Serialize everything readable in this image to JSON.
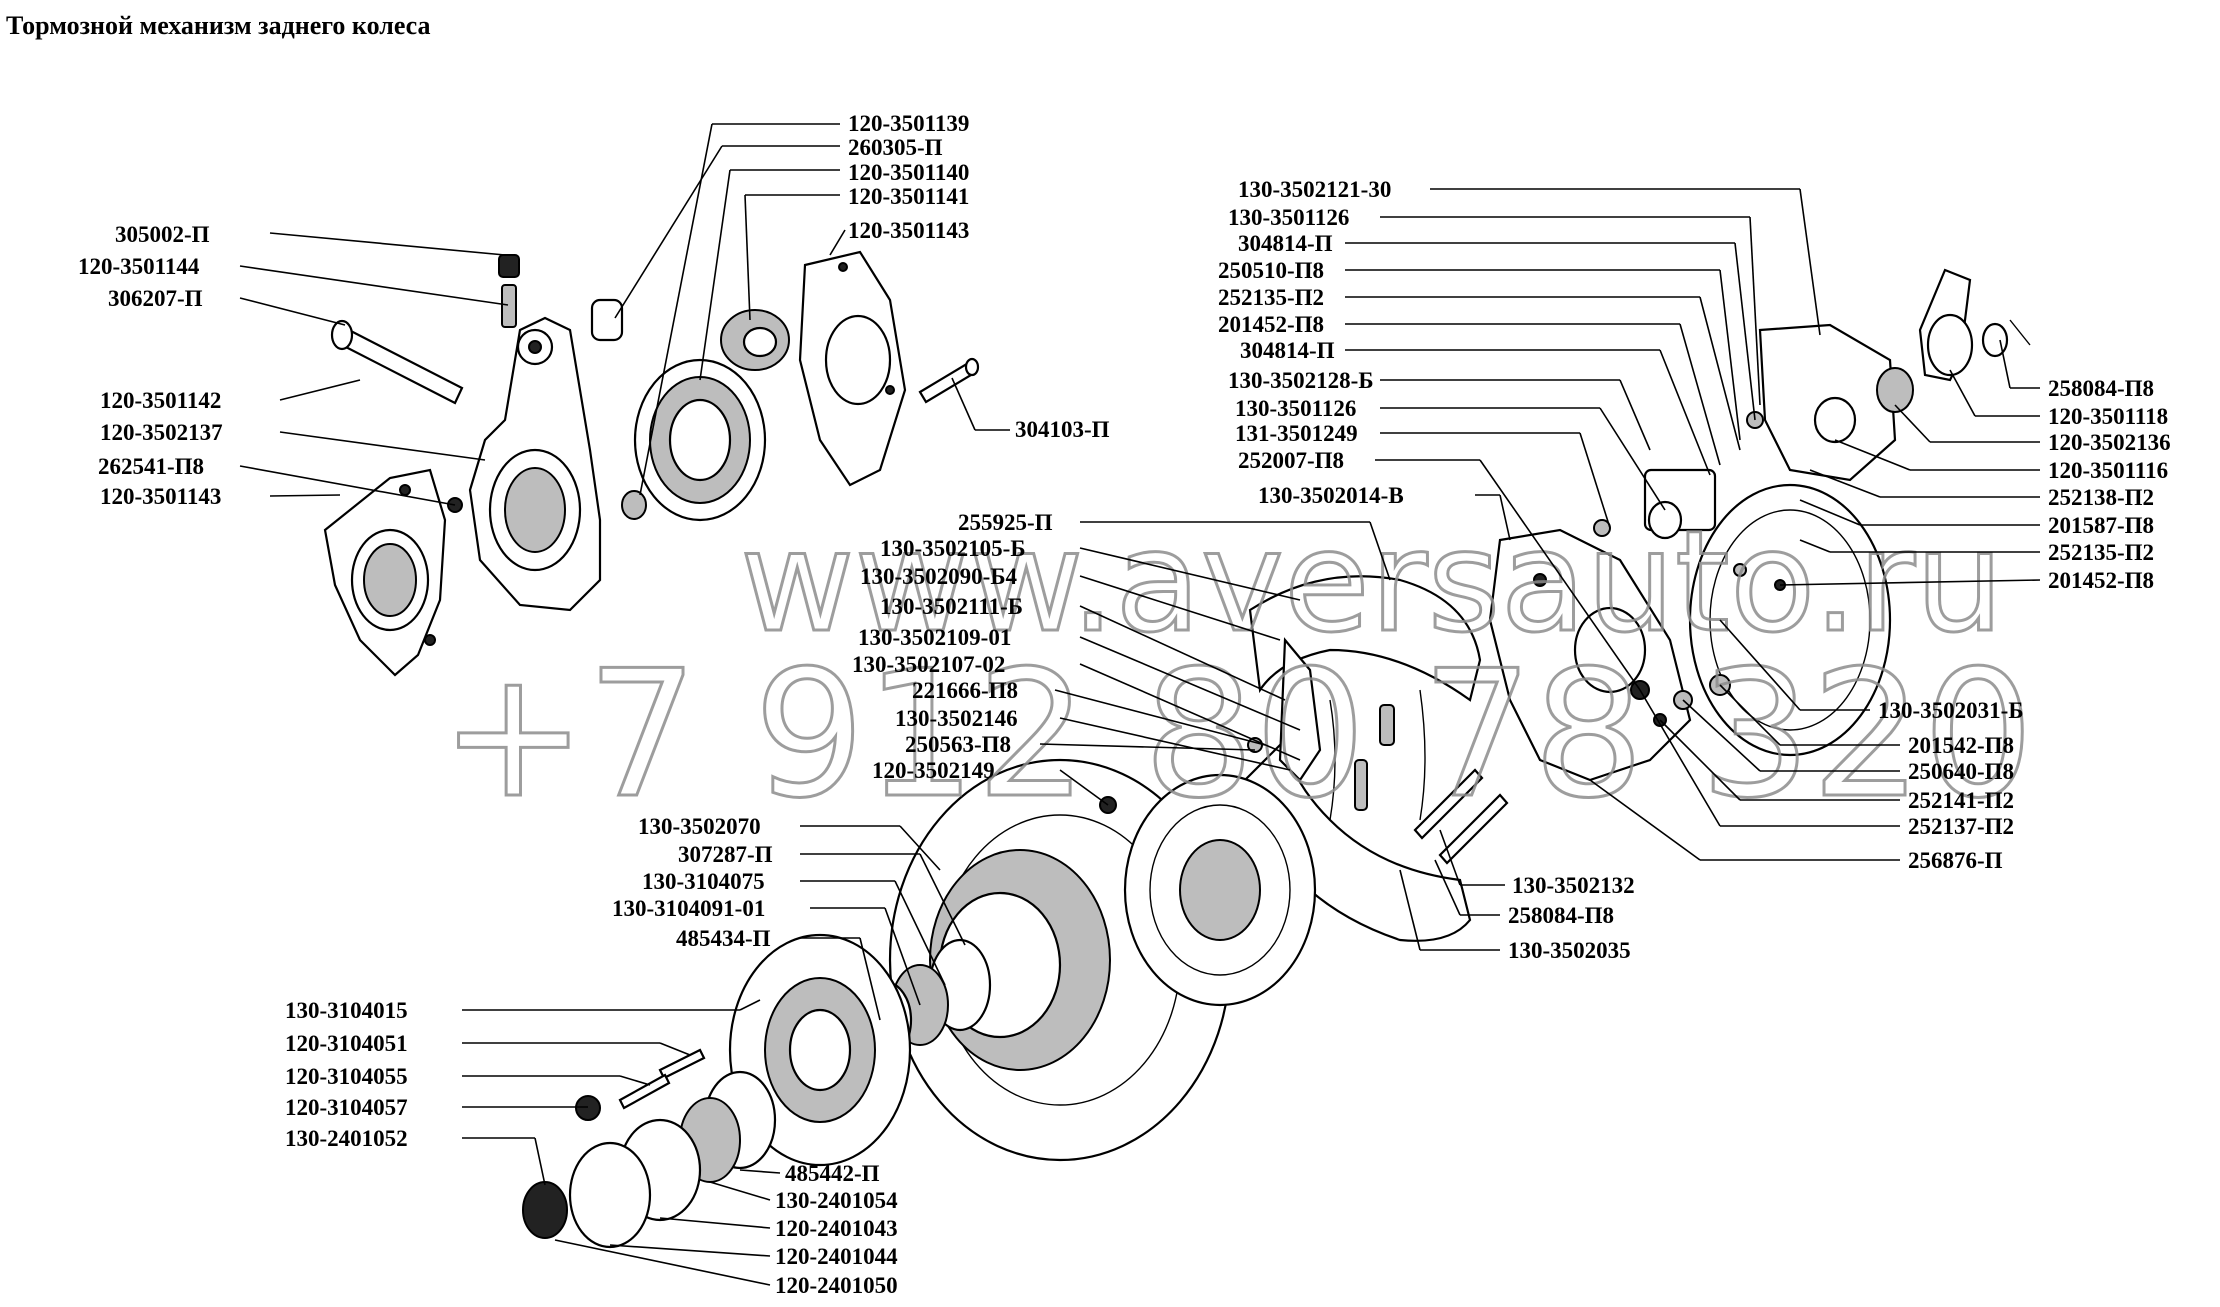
{
  "title": "Тормозной механизм заднего колеса",
  "watermark": {
    "site": "www.aversauto.ru",
    "phone": "+7 912 80 78 320"
  },
  "labels": {
    "left": [
      {
        "id": "l1",
        "text": "120-3501139"
      },
      {
        "id": "l2",
        "text": "260305-П"
      },
      {
        "id": "l3",
        "text": "120-3501140"
      },
      {
        "id": "l4",
        "text": "120-3501141"
      },
      {
        "id": "l5",
        "text": "120-3501143"
      },
      {
        "id": "l6",
        "text": "305002-П"
      },
      {
        "id": "l7",
        "text": "120-3501144"
      },
      {
        "id": "l8",
        "text": "306207-П"
      },
      {
        "id": "l9",
        "text": "304103-П"
      },
      {
        "id": "l10",
        "text": "120-3501142"
      },
      {
        "id": "l11",
        "text": "120-3502137"
      },
      {
        "id": "l12",
        "text": "262541-П8"
      },
      {
        "id": "l13",
        "text": "120-3501143"
      }
    ],
    "center": [
      {
        "id": "c1",
        "text": "255925-П"
      },
      {
        "id": "c2",
        "text": "130-3502105-Б"
      },
      {
        "id": "c3",
        "text": "130-3502090-Б4"
      },
      {
        "id": "c4",
        "text": "130-3502111-Б"
      },
      {
        "id": "c5",
        "text": "130-3502109-01"
      },
      {
        "id": "c6",
        "text": "130-3502107-02"
      },
      {
        "id": "c7",
        "text": "221666-П8"
      },
      {
        "id": "c8",
        "text": "130-3502146"
      },
      {
        "id": "c9",
        "text": "250563-П8"
      },
      {
        "id": "c10",
        "text": "120-3502149"
      },
      {
        "id": "c11",
        "text": "130-3502070"
      },
      {
        "id": "c12",
        "text": "307287-П"
      },
      {
        "id": "c13",
        "text": "130-3104075"
      },
      {
        "id": "c14",
        "text": "130-3104091-01"
      },
      {
        "id": "c15",
        "text": "485434-П"
      },
      {
        "id": "c16",
        "text": "130-3502132"
      },
      {
        "id": "c17",
        "text": "258084-П8"
      },
      {
        "id": "c18",
        "text": "130-3502035"
      }
    ],
    "right": [
      {
        "id": "r1",
        "text": "130-3502121-30"
      },
      {
        "id": "r2",
        "text": "130-3501126"
      },
      {
        "id": "r3",
        "text": "304814-П"
      },
      {
        "id": "r4",
        "text": "250510-П8"
      },
      {
        "id": "r5",
        "text": "252135-П2"
      },
      {
        "id": "r6",
        "text": "201452-П8"
      },
      {
        "id": "r7",
        "text": "304814-П"
      },
      {
        "id": "r8",
        "text": "130-3502128-Б"
      },
      {
        "id": "r9",
        "text": "130-3501126"
      },
      {
        "id": "r10",
        "text": "131-3501249"
      },
      {
        "id": "r11",
        "text": "252007-П8"
      },
      {
        "id": "r12",
        "text": "130-3502014-В"
      },
      {
        "id": "r13",
        "text": "258084-П8"
      },
      {
        "id": "r14",
        "text": "120-3501118"
      },
      {
        "id": "r15",
        "text": "120-3502136"
      },
      {
        "id": "r16",
        "text": "120-3501116"
      },
      {
        "id": "r17",
        "text": "252138-П2"
      },
      {
        "id": "r18",
        "text": "201587-П8"
      },
      {
        "id": "r19",
        "text": "252135-П2"
      },
      {
        "id": "r20",
        "text": "201452-П8"
      },
      {
        "id": "r21",
        "text": "130-3502031-Б"
      },
      {
        "id": "r22",
        "text": "201542-П8"
      },
      {
        "id": "r23",
        "text": "250640-П8"
      },
      {
        "id": "r24",
        "text": "252141-П2"
      },
      {
        "id": "r25",
        "text": "252137-П2"
      },
      {
        "id": "r26",
        "text": "256876-П"
      }
    ],
    "bottom": [
      {
        "id": "b1",
        "text": "130-3104015"
      },
      {
        "id": "b2",
        "text": "120-3104051"
      },
      {
        "id": "b3",
        "text": "120-3104055"
      },
      {
        "id": "b4",
        "text": "120-3104057"
      },
      {
        "id": "b5",
        "text": "130-2401052"
      },
      {
        "id": "b6",
        "text": "485442-П"
      },
      {
        "id": "b7",
        "text": "130-2401054"
      },
      {
        "id": "b8",
        "text": "120-2401043"
      },
      {
        "id": "b9",
        "text": "120-2401044"
      },
      {
        "id": "b10",
        "text": "120-2401050"
      }
    ]
  }
}
